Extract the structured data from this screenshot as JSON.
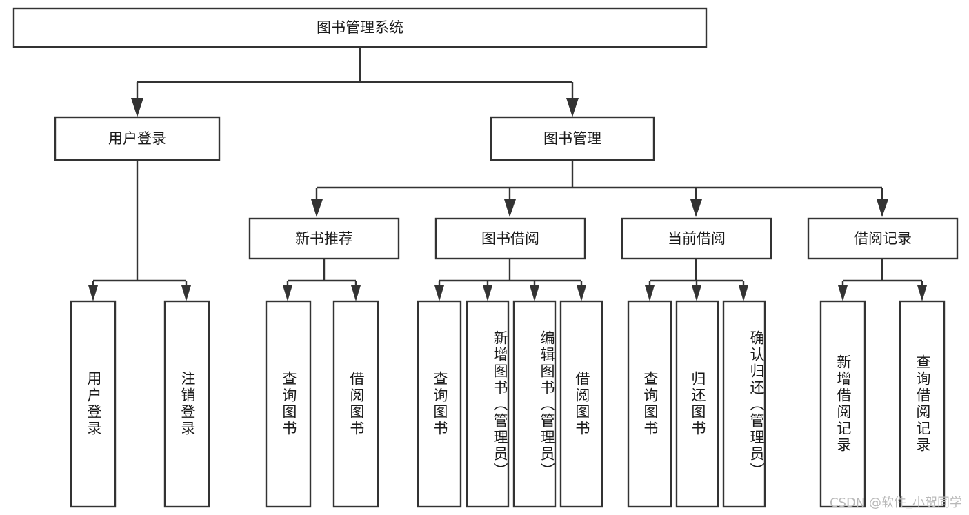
{
  "diagram": {
    "type": "tree",
    "title": "图书管理系统",
    "orientation": "top-down",
    "watermark": "CSDN @软件_小贺同学",
    "colors": {
      "box_stroke": "#333333",
      "box_fill": "#ffffff",
      "connector": "#333333",
      "text": "#1a1a1a",
      "watermark": "#b8b8b8",
      "background": "#ffffff"
    },
    "root": {
      "id": "root",
      "label": "图书管理系统"
    },
    "level2": [
      {
        "id": "user-login",
        "label": "用户登录"
      },
      {
        "id": "book-management",
        "label": "图书管理"
      }
    ],
    "level3": [
      {
        "id": "new-book-recommend",
        "label": "新书推荐"
      },
      {
        "id": "book-borrow",
        "label": "图书借阅"
      },
      {
        "id": "current-borrow",
        "label": "当前借阅"
      },
      {
        "id": "borrow-record",
        "label": "借阅记录"
      }
    ],
    "leaves": {
      "user_login": [
        {
          "id": "leaf-user-login",
          "label": "用户登录"
        },
        {
          "id": "leaf-logout",
          "label": "注销登录"
        }
      ],
      "new_book_recommend": [
        {
          "id": "leaf-query-book-1",
          "label": "查询图书"
        },
        {
          "id": "leaf-borrow-book-1",
          "label": "借阅图书"
        }
      ],
      "book_borrow": [
        {
          "id": "leaf-query-book-2",
          "label": "查询图书"
        },
        {
          "id": "leaf-add-book",
          "label": "新增图书（管理员）"
        },
        {
          "id": "leaf-edit-book",
          "label": "编辑图书（管理员）"
        },
        {
          "id": "leaf-borrow-book-2",
          "label": "借阅图书"
        }
      ],
      "current_borrow": [
        {
          "id": "leaf-query-book-3",
          "label": "查询图书"
        },
        {
          "id": "leaf-return-book",
          "label": "归还图书"
        },
        {
          "id": "leaf-confirm-return",
          "label": "确认归还（管理员）"
        }
      ],
      "borrow_record": [
        {
          "id": "leaf-add-record",
          "label": "新增借阅记录"
        },
        {
          "id": "leaf-query-record",
          "label": "查询借阅记录"
        }
      ]
    }
  }
}
